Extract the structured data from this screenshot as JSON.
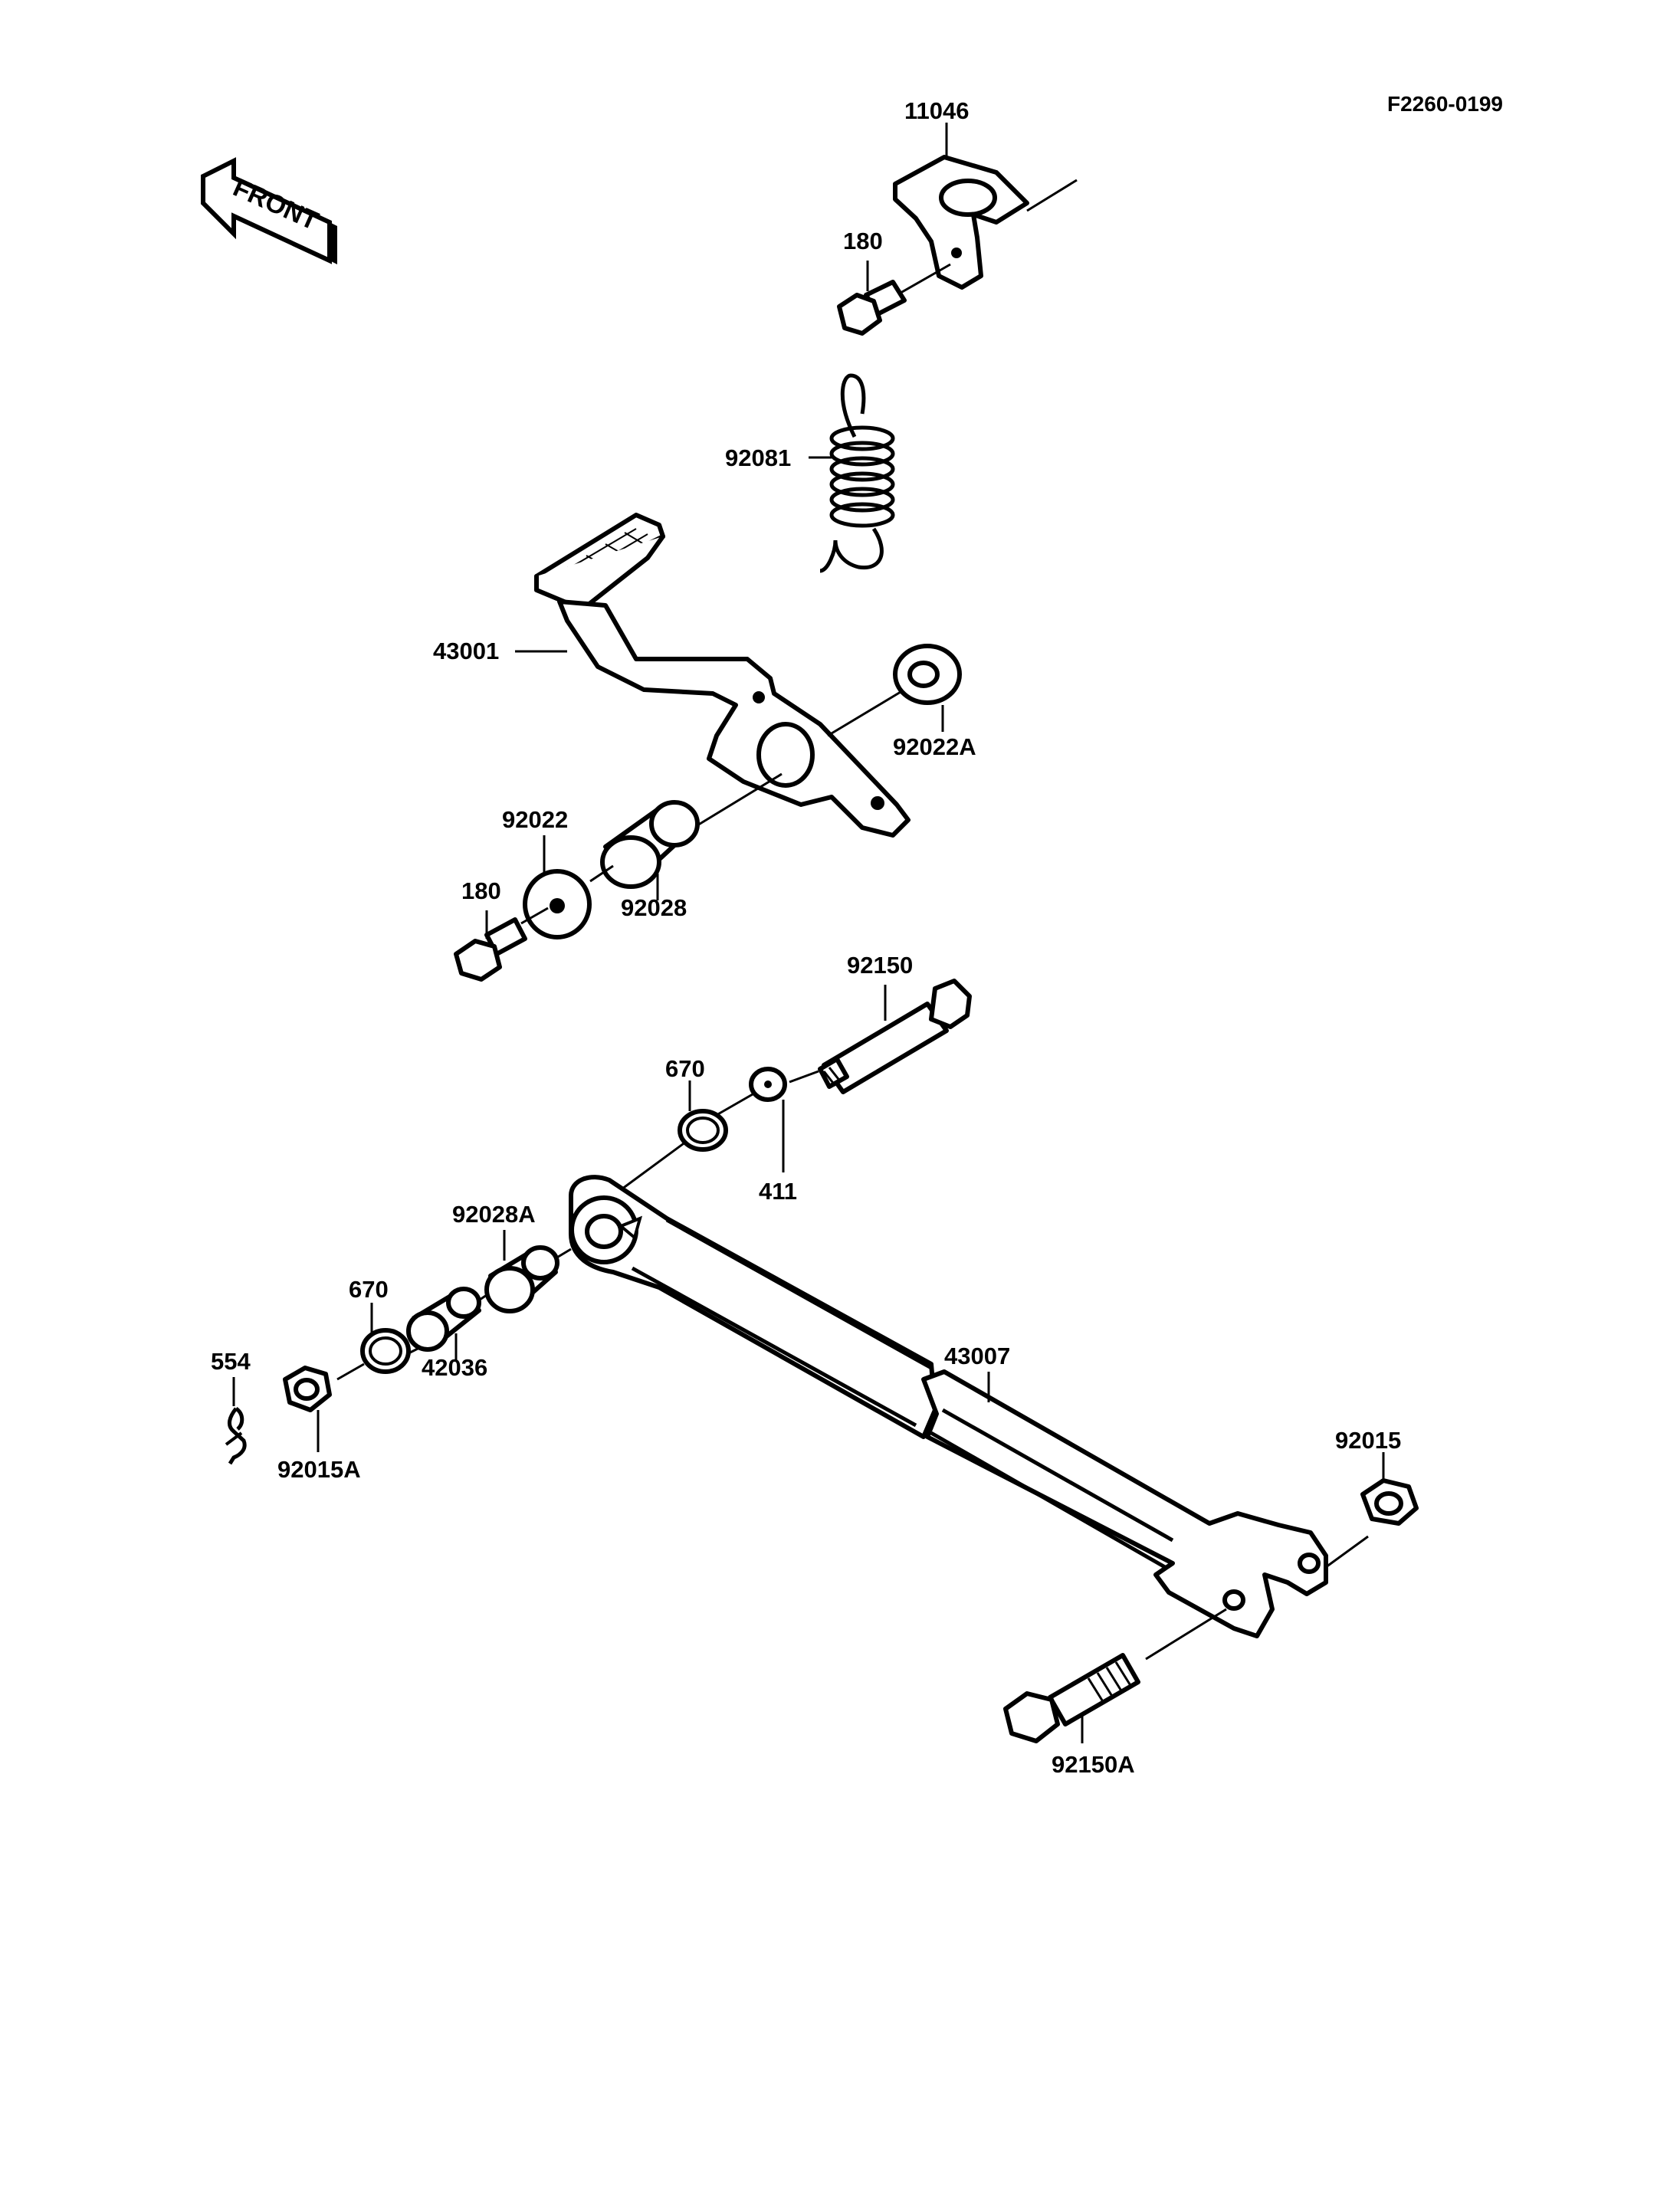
{
  "diagram_code": "F2260-0199",
  "front_arrow": "FRONT",
  "labels": {
    "p11046": "11046",
    "p180_top": "180",
    "p92081": "92081",
    "p43001": "43001",
    "p92022A": "92022A",
    "p92022": "92022",
    "p180_mid": "180",
    "p92028": "92028",
    "p92150": "92150",
    "p670_upper": "670",
    "p411": "411",
    "p92028A": "92028A",
    "p670_lower": "670",
    "p42036": "42036",
    "p554": "554",
    "p92015A": "92015A",
    "p43007": "43007",
    "p92015": "92015",
    "p92150A": "92150A"
  }
}
